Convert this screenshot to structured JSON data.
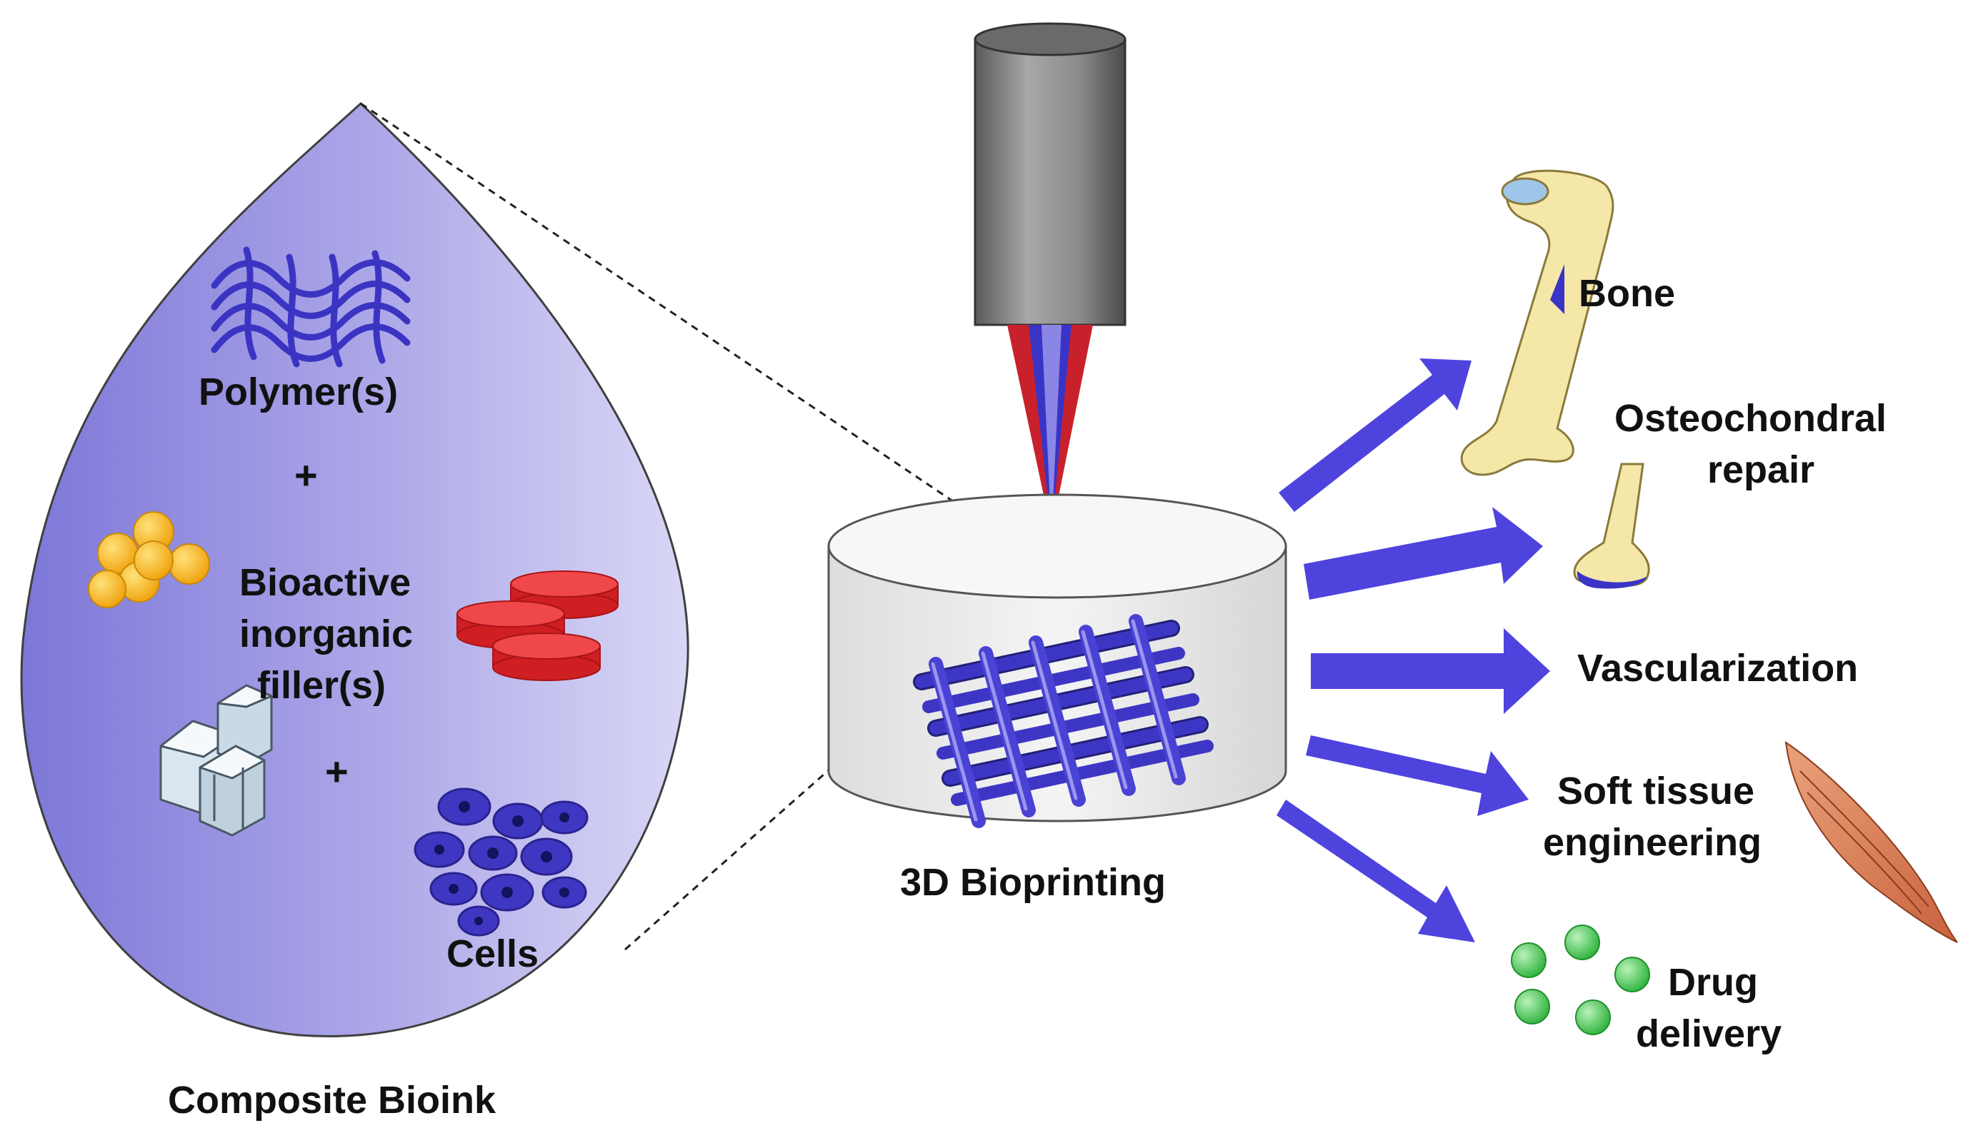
{
  "bioink": {
    "title": "Composite Bioink",
    "polymer": "Polymer(s)",
    "plus": "+",
    "filler_line1": "Bioactive",
    "filler_line2": "inorganic",
    "filler_line3": "filler(s)",
    "cells": "Cells"
  },
  "printing": {
    "label": "3D Bioprinting"
  },
  "applications": {
    "bone": "Bone",
    "osteo_line1": "Osteochondral",
    "osteo_line2": "repair",
    "vascular": "Vascularization",
    "soft_line1": "Soft tissue",
    "soft_line2": "engineering",
    "drug_line1": "Drug",
    "drug_line2": "delivery"
  },
  "colors": {
    "drop": "#8e88dc",
    "scaffold": "#3a34b8",
    "arrow": "#4f43de",
    "nozzle": "#8a8a8a",
    "ceramic": "#f5b21c",
    "red_filler": "#e8262b",
    "bone": "#f4e7a8",
    "muscle": "#d77a52",
    "drug": "#3cc24a"
  }
}
